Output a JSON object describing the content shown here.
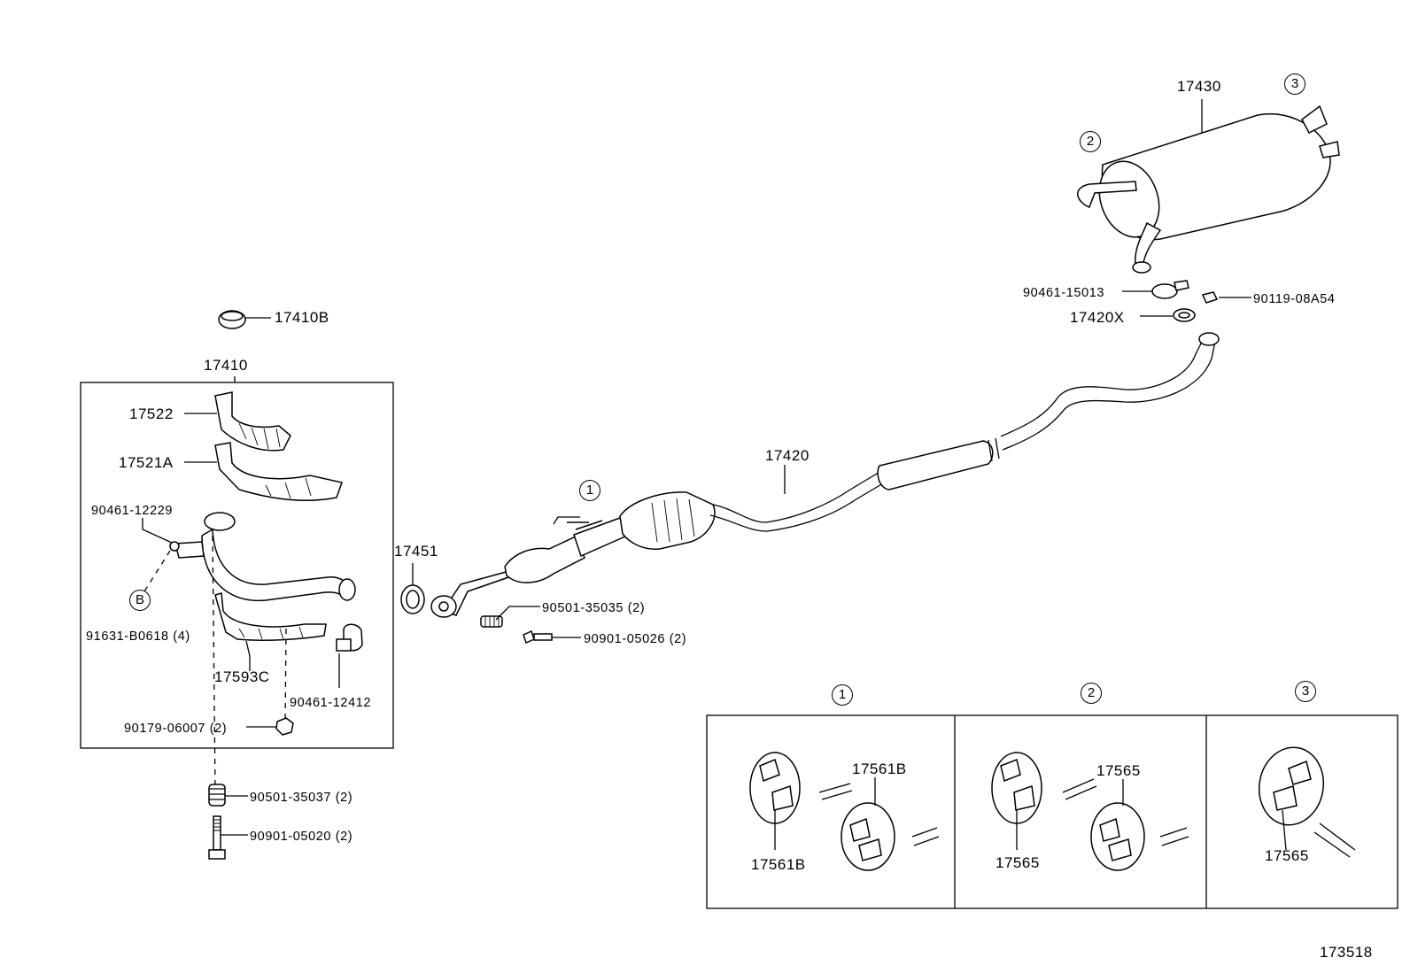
{
  "diagram": {
    "figure_number": "173518",
    "callouts": {
      "c1": "1",
      "c2": "2",
      "c3": "3",
      "cB": "B"
    },
    "parts": {
      "p17410B": "17410B",
      "p17410": "17410",
      "p17522": "17522",
      "p17521A": "17521A",
      "p90461_12229": "90461-12229",
      "p91631_B0618": "91631-B0618 (4)",
      "p17593C": "17593C",
      "p90461_12412": "90461-12412",
      "p90179_06007": "90179-06007 (2)",
      "p90501_35037": "90501-35037 (2)",
      "p90901_05020": "90901-05020 (2)",
      "p17451": "17451",
      "p90501_35035": "90501-35035 (2)",
      "p90901_05026": "90901-05026 (2)",
      "p17420": "17420",
      "p17430": "17430",
      "p90461_15013": "90461-15013",
      "p90119_08A54": "90119-08A54",
      "p17420X": "17420X"
    },
    "hanger_panels": [
      {
        "callout": "1",
        "labels": [
          "17561B",
          "17561B"
        ]
      },
      {
        "callout": "2",
        "labels": [
          "17565",
          "17565"
        ]
      },
      {
        "callout": "3",
        "labels": [
          "17565"
        ]
      }
    ]
  }
}
